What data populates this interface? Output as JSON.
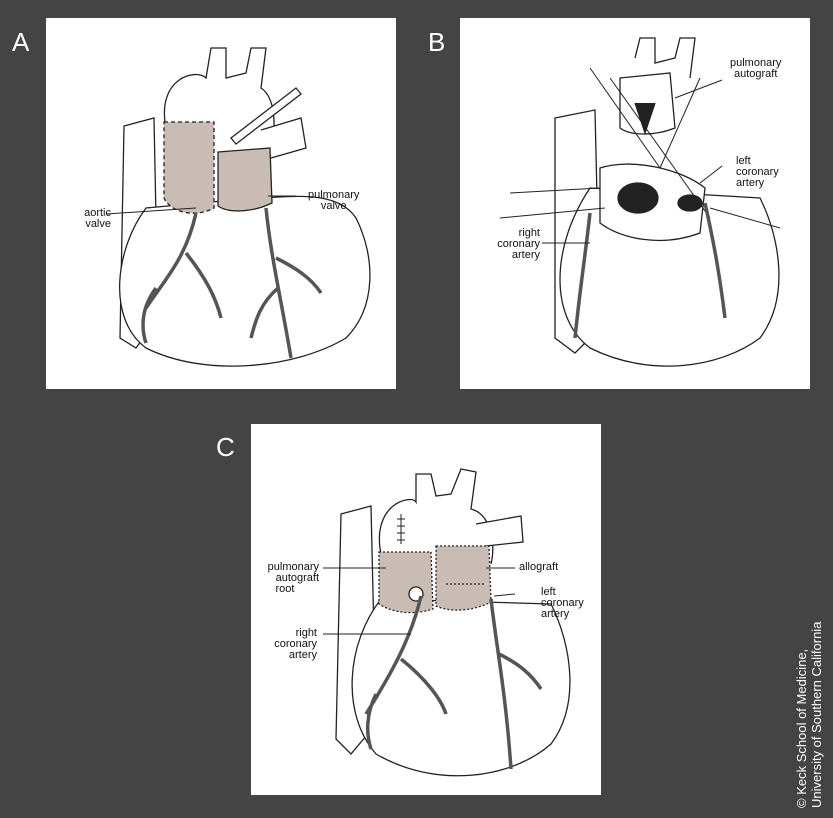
{
  "panels": {
    "a": {
      "letter": "A",
      "labels": {
        "aortic_valve": [
          "aortic",
          "valve"
        ],
        "pulmonary_valve": [
          "pulmonary",
          "valve"
        ]
      }
    },
    "b": {
      "letter": "B",
      "labels": {
        "pulmonary_autograft": [
          "pulmonary",
          "autograft"
        ],
        "left_coronary_artery": [
          "left",
          "coronary",
          "artery"
        ],
        "right_coronary_artery": [
          "right",
          "coronary",
          "artery"
        ]
      }
    },
    "c": {
      "letter": "C",
      "labels": {
        "pulmonary_autograft_root": [
          "pulmonary",
          "autograft",
          "root"
        ],
        "allograft": [
          "allograft"
        ],
        "left_coronary_artery": [
          "left",
          "coronary",
          "artery"
        ],
        "right_coronary_artery": [
          "right",
          "coronary",
          "artery"
        ]
      }
    }
  },
  "credit": [
    "© Keck School of Medicine,",
    "University of Southern California"
  ],
  "colors": {
    "background": "#444444",
    "panel": "#ffffff",
    "shading": "#c9bcb4",
    "line": "#222222"
  }
}
